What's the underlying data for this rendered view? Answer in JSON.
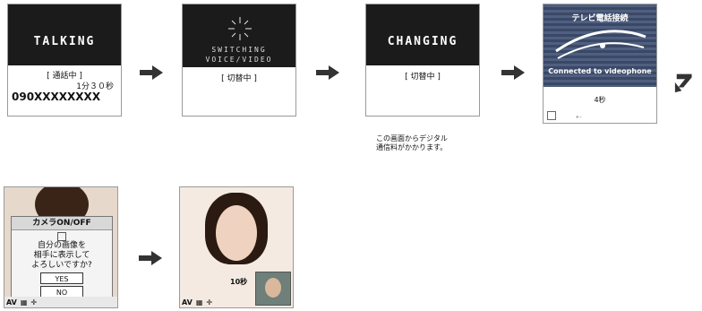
{
  "screen1": {
    "banner": "TALKING",
    "status": "[ 通話中 ]",
    "duration": "1分３０秒",
    "number": "090XXXXXXXX"
  },
  "screen2": {
    "banner_line1": "SWITCHING",
    "banner_line2": "VOICE/VIDEO",
    "status": "[ 切替中 ]"
  },
  "screen3": {
    "banner": "CHANGING",
    "status": "[ 切替中 ]",
    "note_line1": "この画面からデジタル",
    "note_line2": "通信料がかかります。"
  },
  "screen4": {
    "title": "テレビ電話接続",
    "subtitle": "Connected to videophone",
    "timer": "4秒"
  },
  "screen5": {
    "dialog_title": "カメラON/OFF",
    "q1": "自分の画像を",
    "q2": "相手に表示して",
    "q3": "よろしいですか?",
    "yes": "YES",
    "no": "NO"
  },
  "screen6": {
    "timer": "10秒"
  },
  "softkeys": {
    "av": "AV"
  },
  "colors": {
    "dark": "#1b1b1b",
    "arrow": "#333333",
    "blue_screen": "#4a5a7a"
  }
}
